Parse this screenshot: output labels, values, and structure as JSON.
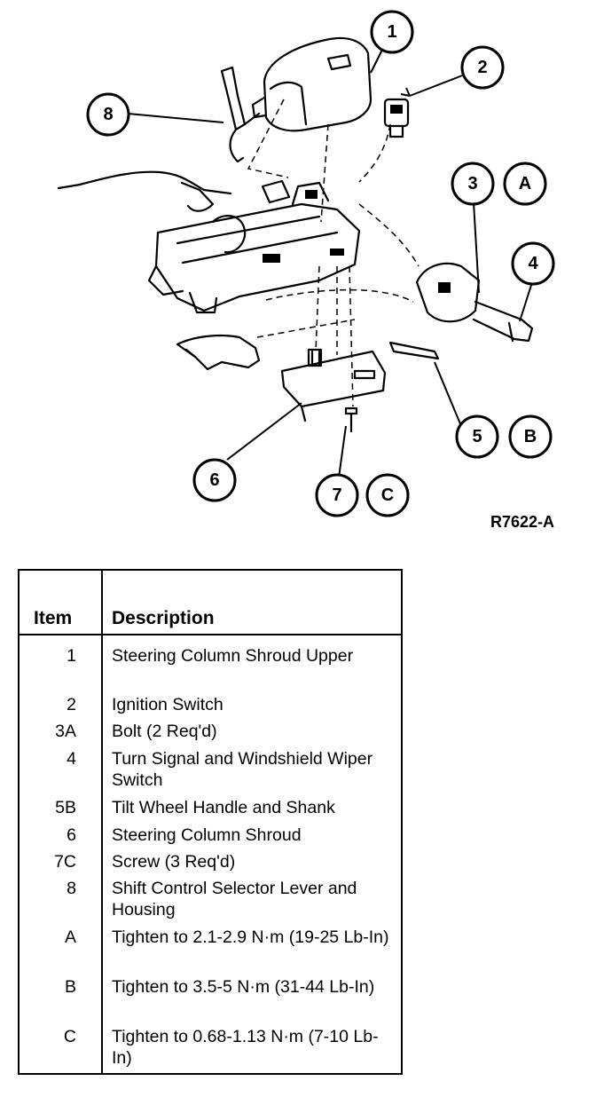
{
  "figure": {
    "code": "R7622-A",
    "callouts": [
      {
        "id": "c1",
        "label": "1"
      },
      {
        "id": "c2",
        "label": "2"
      },
      {
        "id": "c3",
        "label": "3"
      },
      {
        "id": "cA",
        "label": "A"
      },
      {
        "id": "c4",
        "label": "4"
      },
      {
        "id": "c5",
        "label": "5"
      },
      {
        "id": "cB",
        "label": "B"
      },
      {
        "id": "c6",
        "label": "6"
      },
      {
        "id": "c7",
        "label": "7"
      },
      {
        "id": "cC",
        "label": "C"
      },
      {
        "id": "c8",
        "label": "8"
      }
    ]
  },
  "legend": {
    "headers": {
      "item": "Item",
      "description": "Description"
    },
    "rows": [
      {
        "item": "1",
        "description": "Steering Column Shroud Upper"
      },
      {
        "item": "2",
        "description": "Ignition Switch"
      },
      {
        "item": "3A",
        "description": "Bolt (2 Req'd)"
      },
      {
        "item": "4",
        "description": "Turn Signal and Windshield Wiper Switch"
      },
      {
        "item": "5B",
        "description": "Tilt Wheel Handle and Shank"
      },
      {
        "item": "6",
        "description": "Steering Column Shroud"
      },
      {
        "item": "7C",
        "description": "Screw (3 Req'd)"
      },
      {
        "item": "8",
        "description": "Shift Control Selector Lever and Housing"
      },
      {
        "item": "A",
        "description": "Tighten to 2.1-2.9 N·m (19-25 Lb-In)"
      },
      {
        "item": "B",
        "description": "Tighten to 3.5-5 N·m (31-44 Lb-In)"
      },
      {
        "item": "C",
        "description": "Tighten to 0.68-1.13 N·m (7-10 Lb-In)"
      }
    ]
  }
}
